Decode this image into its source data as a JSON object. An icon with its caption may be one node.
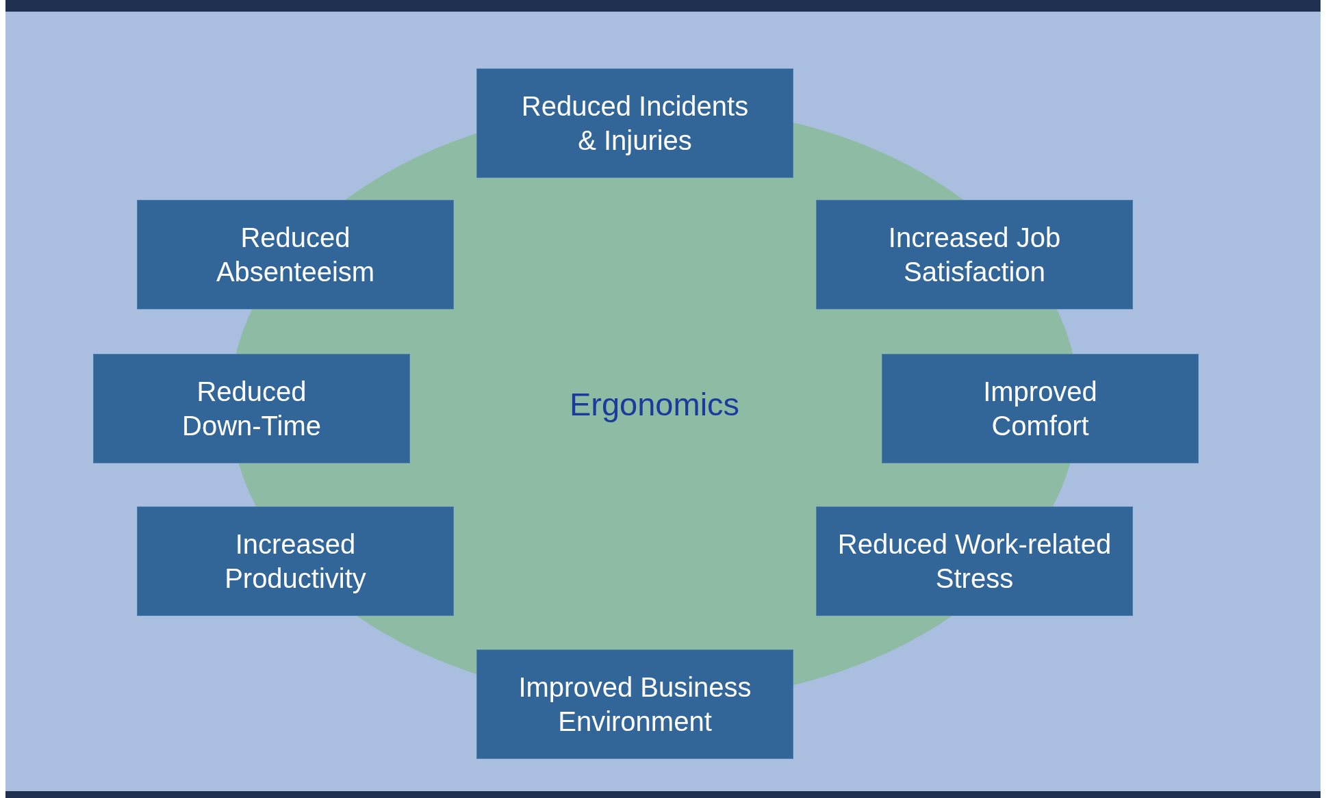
{
  "diagram": {
    "nodes": [
      {
        "text": [
          "Ergonomics"
        ]
      },
      {
        "text": [
          "Reduced Incidents & Injuries"
        ]
      },
      {
        "text": [
          "Reduced Absenteeism"
        ]
      },
      {
        "text": [
          "Increased Job Satisfaction"
        ]
      },
      {
        "text": [
          "Reduced Down-Time"
        ]
      },
      {
        "text": [
          "Improved Comfort"
        ]
      },
      {
        "text": [
          "Increased Productivity"
        ]
      },
      {
        "text": [
          "Reduced Work-related Stress"
        ]
      },
      {
        "text": [
          "Improved Business Environment"
        ]
      }
    ]
  }
}
